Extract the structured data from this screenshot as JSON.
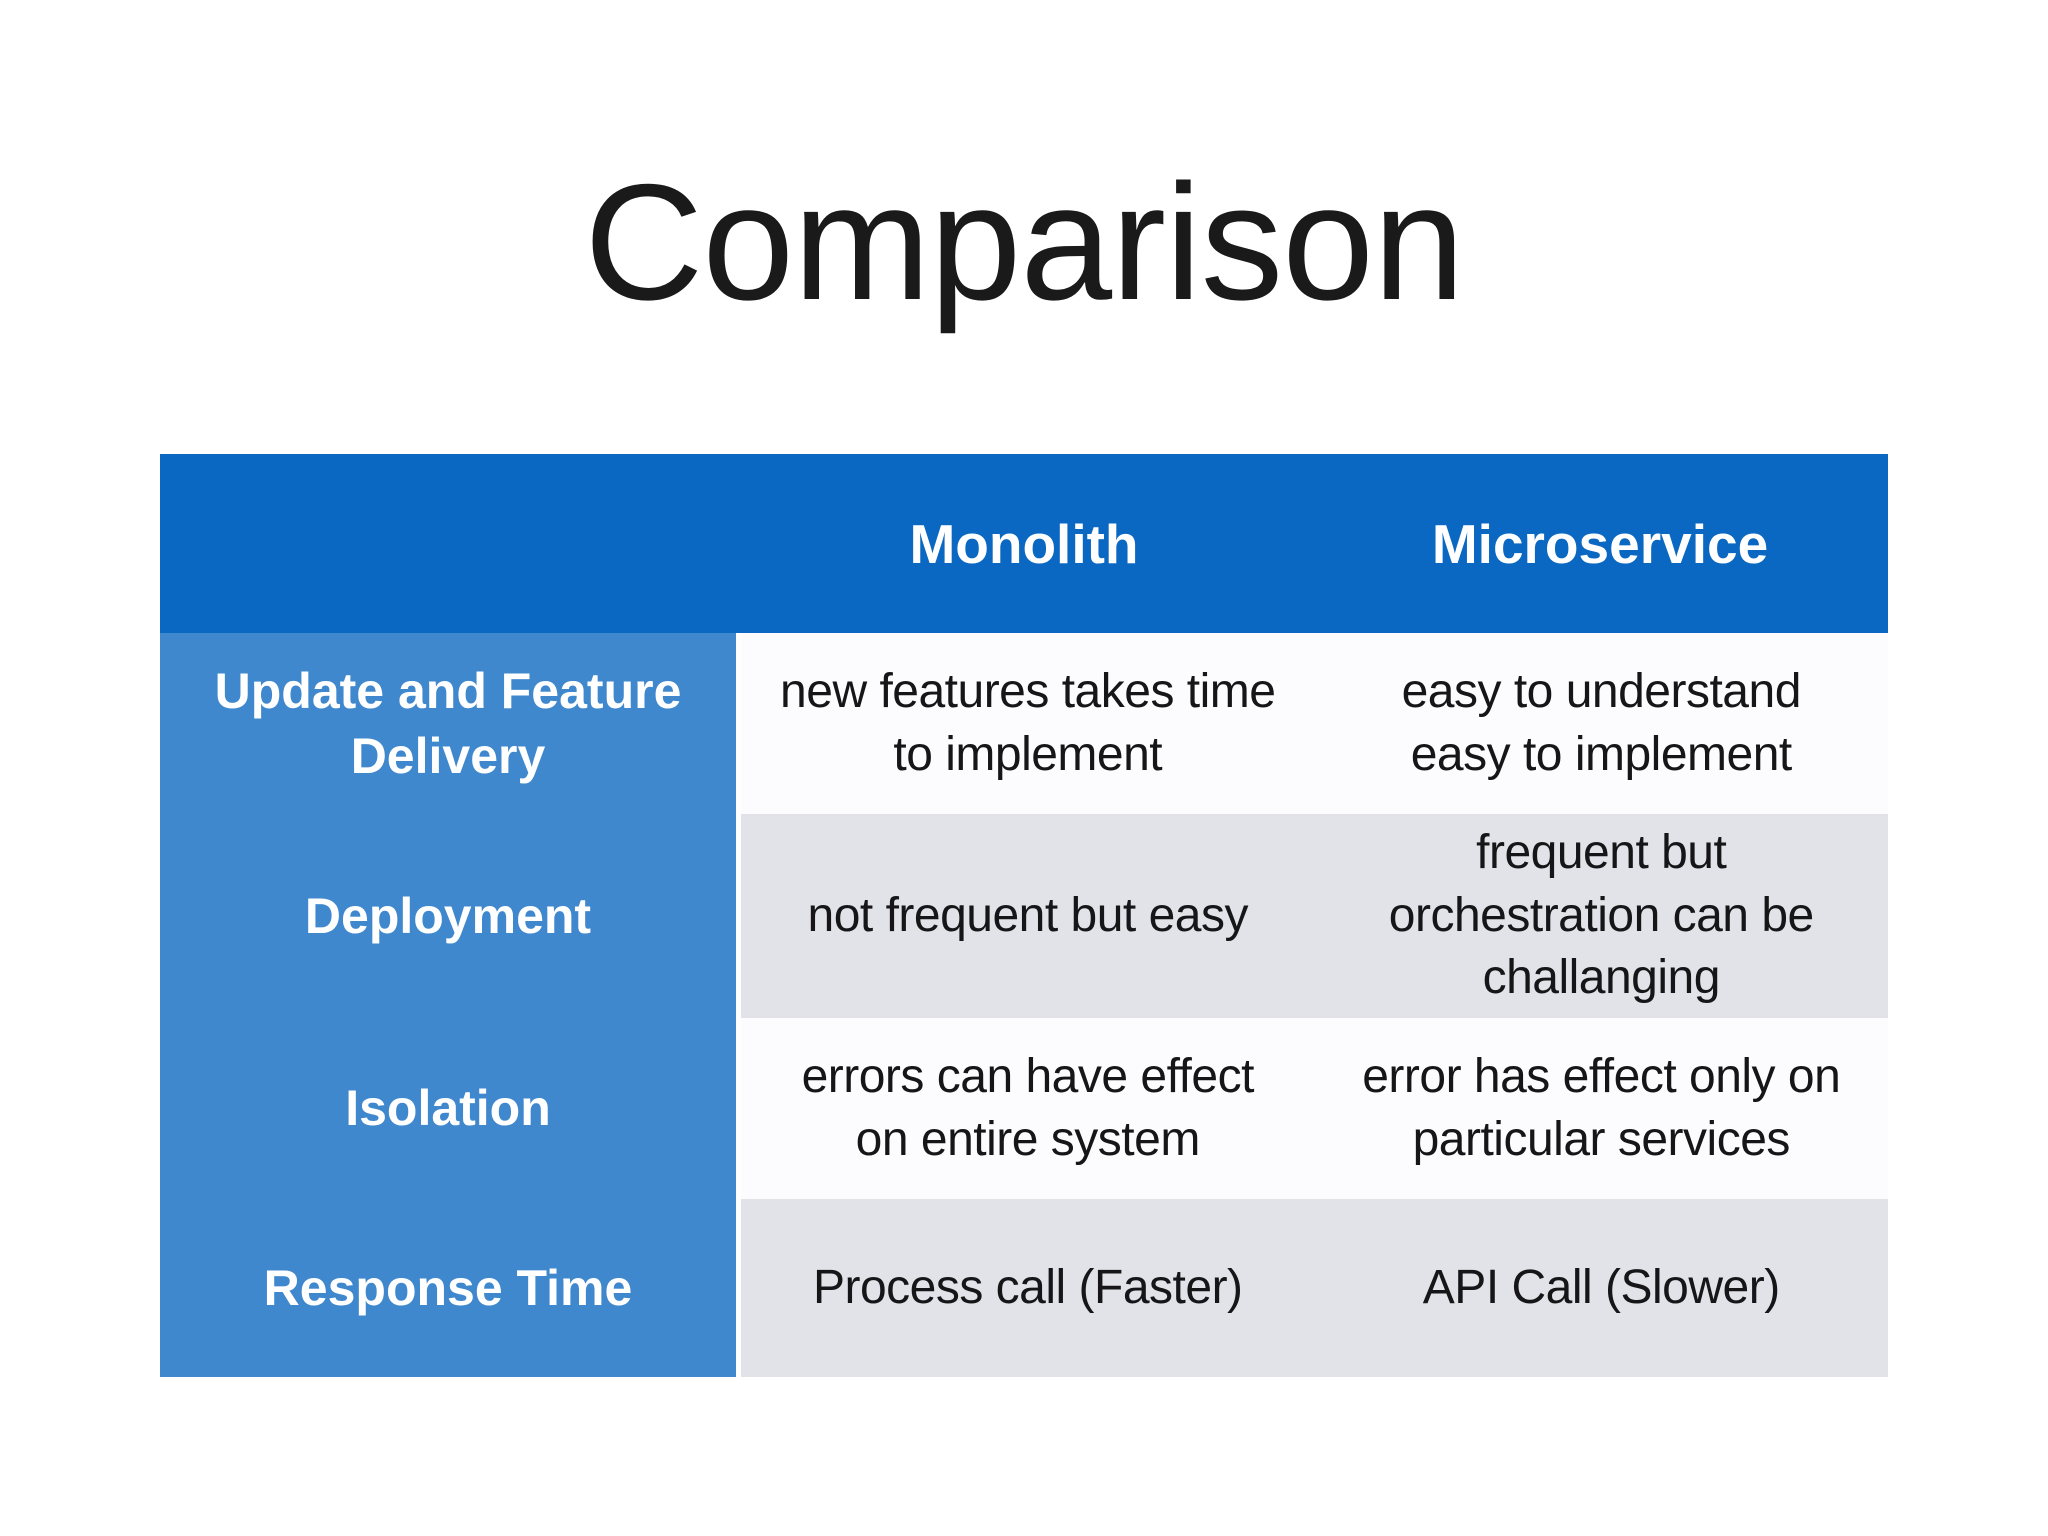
{
  "title": "Comparison",
  "colors": {
    "header-bg": "#0a68c2",
    "label-bg": "#3f88ce",
    "stripe-gray": "#e2e3e8",
    "stripe-white": "#fcfcfe",
    "header-text": "#ffffff",
    "body-text": "#161618",
    "title-text": "#1a1a1a",
    "page-bg": "#ffffff"
  },
  "table": {
    "corner_label": "",
    "columns": [
      "Monolith",
      "Microservice"
    ],
    "rows": [
      {
        "label": "Update and Feature\nDelivery",
        "monolith": "new features takes time\nto implement",
        "microservice": "easy to understand\neasy to implement"
      },
      {
        "label": "Deployment",
        "monolith": "not frequent but easy",
        "microservice": "frequent but\norchestration can be\nchallanging"
      },
      {
        "label": "Isolation",
        "monolith": "errors can have effect\non entire system",
        "microservice": "error has effect only on\nparticular services"
      },
      {
        "label": "Response Time",
        "monolith": "Process call (Faster)",
        "microservice": "API Call (Slower)"
      }
    ]
  }
}
